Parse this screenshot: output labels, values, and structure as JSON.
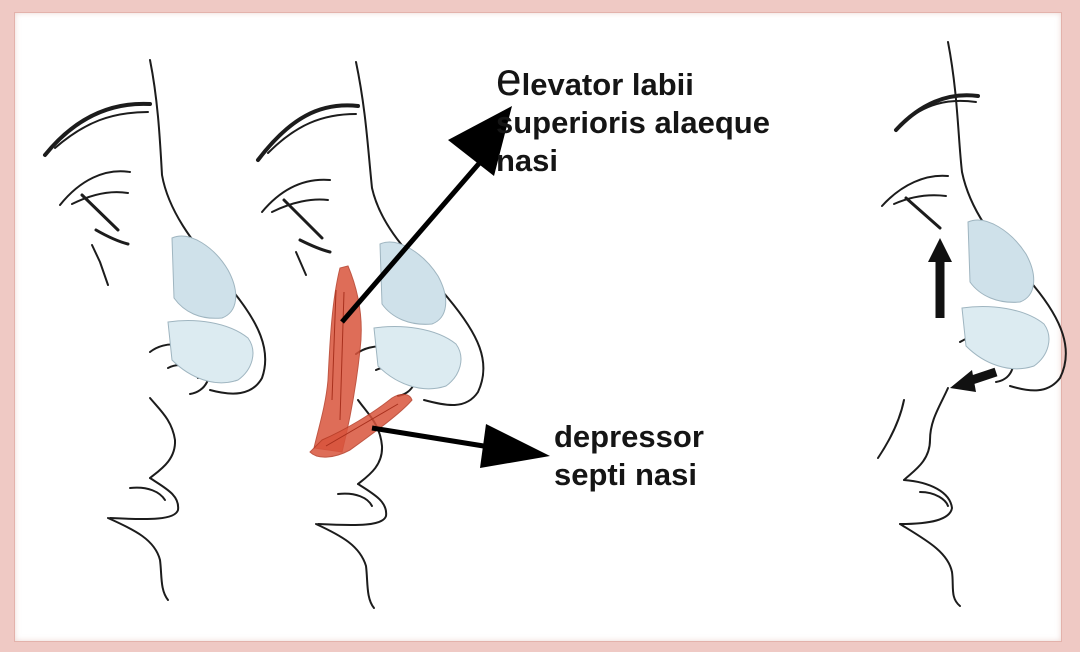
{
  "labels": {
    "elevator": {
      "first_letter": "e",
      "line1_rest": "levator labii",
      "line2": "superioris alaeque",
      "line3": "nasi"
    },
    "depressor": {
      "line1": "depressor",
      "line2": "septi nasi"
    }
  },
  "colors": {
    "background_border": "#efc9c4",
    "panel": "#ffffff",
    "line_art": "#1c1c1c",
    "cartilage_fill": "#cfe1ea",
    "muscle": "#d9543c",
    "arrow": "#000000"
  },
  "icons": {
    "elevator_arrow": "arrow-up-right-icon",
    "depressor_arrow": "arrow-right-icon",
    "motion_arrow_up": "arrow-up-icon",
    "motion_arrow_down": "arrow-down-left-icon"
  }
}
